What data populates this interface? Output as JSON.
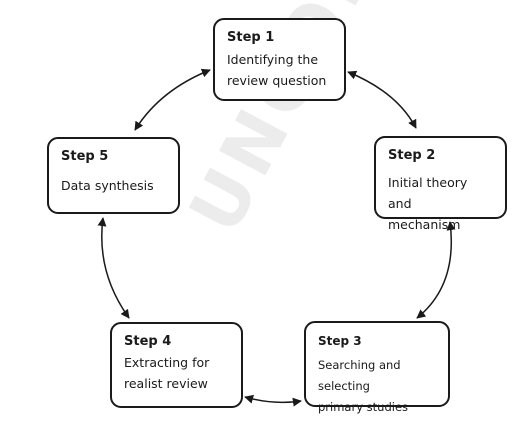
{
  "watermark": "UNCORRECTED",
  "steps": [
    {
      "title": "Step 1",
      "lines": [
        "Identifying the",
        "review question"
      ]
    },
    {
      "title": "Step 2",
      "lines": [
        "Initial theory and",
        "mechanism"
      ]
    },
    {
      "title": "Step 3",
      "lines": [
        "Searching and selecting",
        "primary studies"
      ]
    },
    {
      "title": "Step 4",
      "lines": [
        "Extracting for",
        "realist review"
      ]
    },
    {
      "title": "Step 5",
      "lines": [
        "Data synthesis"
      ]
    }
  ]
}
